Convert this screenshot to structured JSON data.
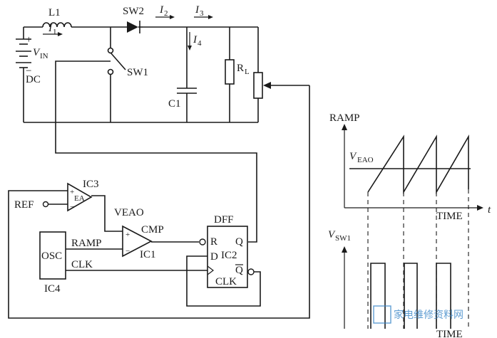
{
  "labels": {
    "l1": "L1",
    "sw2": "SW2",
    "i1": "I",
    "i1_sub": "1",
    "i2": "I",
    "i2_sub": "2",
    "i3": "I",
    "i3_sub": "3",
    "i4": "I",
    "i4_sub": "4",
    "plus": "+",
    "minus": "−",
    "vin": "V",
    "vin_sub": "IN",
    "dc": "DC",
    "sw1": "SW1",
    "c1": "C1",
    "rl": "R",
    "rl_sub": "L",
    "ic3": "IC3",
    "ea": "EA",
    "ref": "REF",
    "veao": "VEAO",
    "cmp": "CMP",
    "ic1": "IC1",
    "osc": "OSC",
    "ic4": "IC4",
    "ramp_sig": "RAMP",
    "clk_sig": "CLK",
    "dff": "DFF",
    "r_pin": "R",
    "d_pin": "D",
    "ic2": "IC2",
    "q_pin": "Q",
    "qbar_pin": "Q",
    "clk_pin": "CLK",
    "cmp_plus": "+",
    "cmp_minus": "−",
    "ea_plus": "+",
    "ea_minus": "−"
  },
  "waveform_top": {
    "title": "RAMP",
    "level": "V",
    "level_sub": "EAO",
    "time": "TIME",
    "t": "t"
  },
  "waveform_bottom": {
    "title": "V",
    "title_sub": "SW1",
    "time": "TIME"
  },
  "watermark": "家电维修资料网"
}
